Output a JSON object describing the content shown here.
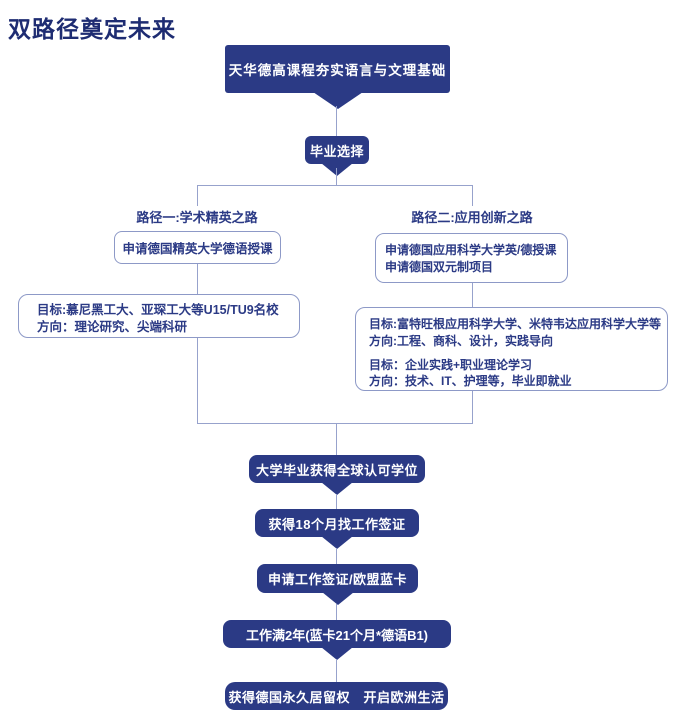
{
  "title": "双路径奠定未来",
  "colors": {
    "navy_fill": "#2b3a85",
    "title_text": "#1e2c72",
    "connector_line": "#97a2cc",
    "outline_border": "#8d99c7",
    "dark_node_text": "#ffffff"
  },
  "flow": {
    "root": "天华德高课程夯实语言与文理基础",
    "decision": "毕业选择",
    "path1": {
      "label": "路径一:学术精英之路",
      "apply": "申请德国精英大学德语授课",
      "detail": [
        "目标:慕尼黑工大、亚琛工大等U15/TU9名校",
        "方向：理论研究、尖端科研"
      ]
    },
    "path2": {
      "label": "路径二:应用创新之路",
      "apply": [
        "申请德国应用科学大学英/德授课",
        "申请德国双元制项目"
      ],
      "detail_a": [
        "目标:富特旺根应用科学大学、米特韦达应用科学大学等",
        "方向:工程、商科、设计，实践导向"
      ],
      "detail_b": [
        "目标：企业实践+职业理论学习",
        "方向：技术、IT、护理等，毕业即就业"
      ]
    },
    "steps": [
      "大学毕业获得全球认可学位",
      "获得18个月找工作签证",
      "申请工作签证/欧盟蓝卡",
      "工作满2年(蓝卡21个月*德语B1)",
      "获得德国永久居留权　开启欧洲生活"
    ]
  }
}
